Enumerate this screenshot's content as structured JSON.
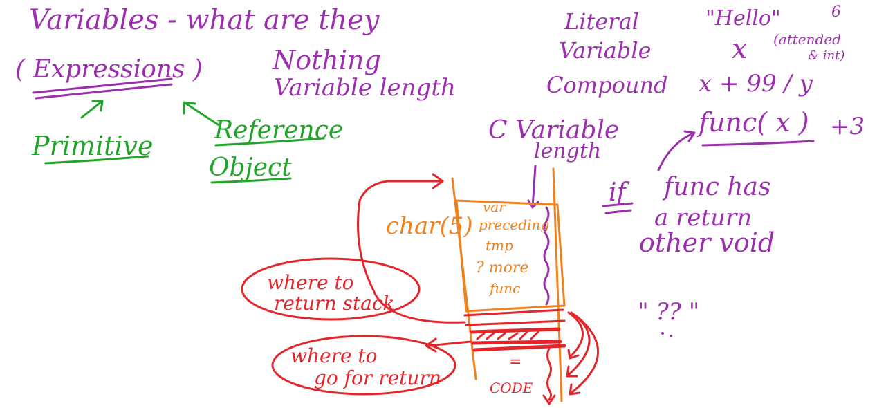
{
  "colors": {
    "purple": "#9b2fae",
    "green": "#22a32a",
    "orange": "#f0821e",
    "red": "#e3262a",
    "background": "#ffffff"
  },
  "notes": {
    "title": "Variables - what are they",
    "expressions": "( Expressions )",
    "nothing": "Nothing",
    "variable_length_1": "Variable length",
    "primitive": "Primitive",
    "reference": "Reference",
    "object": "Object",
    "literal": "Literal",
    "variable": "Variable",
    "compound": "Compound",
    "hello": "\"Hello\"",
    "x": "x",
    "attended": "(attended",
    "int": "& int)",
    "six": "6",
    "expr_x99y": "x + 99 / y",
    "func_x": "func( x )",
    "plus3": "+3",
    "c_variable": "C  Variable",
    "length": "length",
    "if": "if",
    "func_has": "func has",
    "a_return": "a return",
    "other_void": "other void",
    "quote_marks": "\" ?? \"",
    "char": "char(5)",
    "stack_lines": [
      "var",
      "preceding",
      "tmp",
      "? more",
      "func"
    ],
    "stack_eq": "=",
    "stack_code": "CODE",
    "where_to_return_stack": [
      "where to",
      "return stack"
    ],
    "where_to_go": [
      "where to",
      "go for return"
    ]
  }
}
